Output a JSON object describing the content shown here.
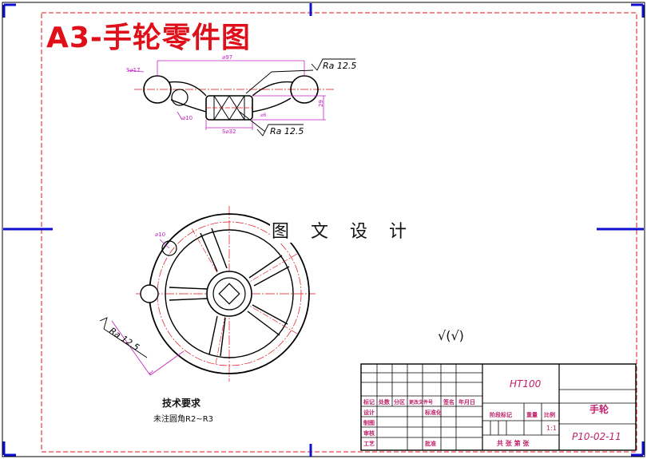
{
  "drawing": {
    "title": "A3-手轮零件图",
    "watermark": "图 文 设 计",
    "surface_finish_mark": "√(√)",
    "technical_requirements": {
      "heading": "技术要求",
      "note": "未注圆角R2~R3"
    }
  },
  "front_view": {
    "dim_outer_diameter": "⌀97",
    "dim_ball_left": "S⌀17",
    "dim_ball_small": "⌀10",
    "dim_hub": "S⌀32",
    "dim_height": "29",
    "dim_bore": "⌀6",
    "roughness_top": "Ra 12.5",
    "roughness_bottom": "Ra 12.5"
  },
  "top_view": {
    "dim_small_circle": "⌀10",
    "roughness": "Ra 12.5",
    "dim_radius": "1"
  },
  "title_block": {
    "material": "HT100",
    "part_name": "手轮",
    "drawing_number": "P10-02-11",
    "scale": "1:1",
    "headers": {
      "mark": "标记",
      "count": "处数",
      "zone": "分区",
      "change_doc": "更改文件号",
      "signature": "签名",
      "date": "年月日",
      "design": "设计",
      "standardize": "标准化",
      "drafting": "制图",
      "review": "审核",
      "process": "工艺",
      "approve": "批准",
      "stage_mark": "阶段标记",
      "weight": "重量",
      "scale_label": "比例",
      "sheets": "共  张  第  张"
    }
  },
  "colors": {
    "border": "#e0101a",
    "corner_marks": "#1010d0",
    "dimension": "#c020c0",
    "centerline": "#e0101a",
    "outline": "#000000"
  }
}
